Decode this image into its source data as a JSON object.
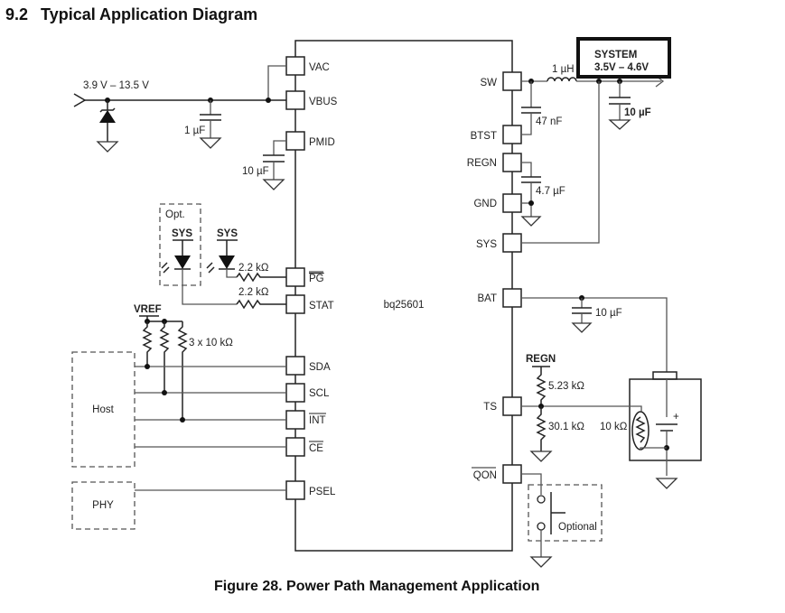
{
  "section": {
    "number": "9.2",
    "title": "Typical Application Diagram"
  },
  "caption": "Figure 28.  Power Path Management Application",
  "ic": {
    "part": "bq25601",
    "left_pins": [
      {
        "name": "VAC",
        "overbar": false
      },
      {
        "name": "VBUS",
        "overbar": false
      },
      {
        "name": "PMID",
        "overbar": false
      },
      {
        "name": "PG",
        "overbar": true
      },
      {
        "name": "STAT",
        "overbar": false
      },
      {
        "name": "SDA",
        "overbar": false
      },
      {
        "name": "SCL",
        "overbar": false
      },
      {
        "name": "INT",
        "overbar": true
      },
      {
        "name": "CE",
        "overbar": true
      },
      {
        "name": "PSEL",
        "overbar": false
      }
    ],
    "right_pins": [
      {
        "name": "SW",
        "overbar": false
      },
      {
        "name": "BTST",
        "overbar": false
      },
      {
        "name": "REGN",
        "overbar": false
      },
      {
        "name": "GND",
        "overbar": false
      },
      {
        "name": "SYS",
        "overbar": false
      },
      {
        "name": "BAT",
        "overbar": false
      },
      {
        "name": "TS",
        "overbar": false
      },
      {
        "name": "QON",
        "overbar": true
      }
    ]
  },
  "labels": {
    "input_voltage": "3.9 V – 13.5 V",
    "vbus_cap": "1 µF",
    "pmid_cap": "10 µF",
    "inductor": "1 µH",
    "btst_cap": "47 nF",
    "regn_cap": "4.7 µF",
    "sys_cap": "10 µF",
    "system_title": "SYSTEM",
    "system_range": "3.5V – 4.6V",
    "opt": "Opt.",
    "sys_rail_1": "SYS",
    "sys_rail_2": "SYS",
    "pg_res": "2.2 kΩ",
    "stat_res": "2.2 kΩ",
    "vref": "VREF",
    "pullups": "3 x 10 kΩ",
    "host": "Host",
    "phy": "PHY",
    "bat_cap": "10 µF",
    "regn_rail": "REGN",
    "ts_top_res": "5.23 kΩ",
    "ts_bot_res": "30.1 kΩ",
    "ntc": "10 kΩ",
    "battery_plus": "+",
    "optional": "Optional"
  }
}
